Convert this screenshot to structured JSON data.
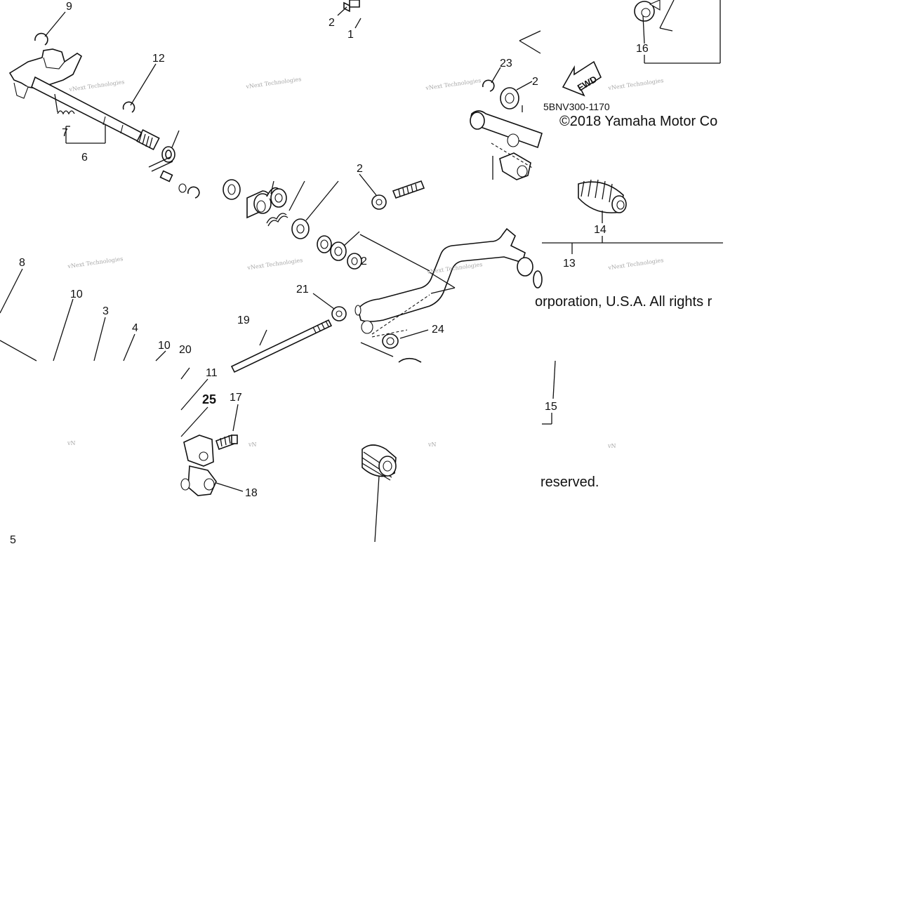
{
  "diagram": {
    "callouts": [
      {
        "id": "c9",
        "text": "9"
      },
      {
        "id": "c12",
        "text": "12"
      },
      {
        "id": "c7",
        "text": "7"
      },
      {
        "id": "c6",
        "text": "6"
      },
      {
        "id": "c2a",
        "text": "2"
      },
      {
        "id": "c1",
        "text": "1"
      },
      {
        "id": "c23",
        "text": "23"
      },
      {
        "id": "c2b",
        "text": "2"
      },
      {
        "id": "c16",
        "text": "16"
      },
      {
        "id": "c2c",
        "text": "2"
      },
      {
        "id": "c2d",
        "text": "2"
      },
      {
        "id": "c14",
        "text": "14"
      },
      {
        "id": "c13",
        "text": "13"
      },
      {
        "id": "c8",
        "text": "8"
      },
      {
        "id": "c10a",
        "text": "10"
      },
      {
        "id": "c3",
        "text": "3"
      },
      {
        "id": "c4",
        "text": "4"
      },
      {
        "id": "c10b",
        "text": "10"
      },
      {
        "id": "c20",
        "text": "20"
      },
      {
        "id": "c11",
        "text": "11"
      },
      {
        "id": "c25",
        "text": "25"
      },
      {
        "id": "c17",
        "text": "17"
      },
      {
        "id": "c18",
        "text": "18"
      },
      {
        "id": "c21",
        "text": "21"
      },
      {
        "id": "c19",
        "text": "19"
      },
      {
        "id": "c24",
        "text": "24"
      },
      {
        "id": "c15",
        "text": "15"
      },
      {
        "id": "c5",
        "text": "5"
      }
    ],
    "diagram_code": "5BNV300-1170",
    "fwd_label": "FWD",
    "copyright_line1": "©2018 Yamaha Motor Co",
    "copyright_line2": "orporation, U.S.A. All rights r",
    "copyright_line3": "reserved.",
    "watermark_small": "vNext Technologies",
    "watermark_fragment": "vN"
  }
}
